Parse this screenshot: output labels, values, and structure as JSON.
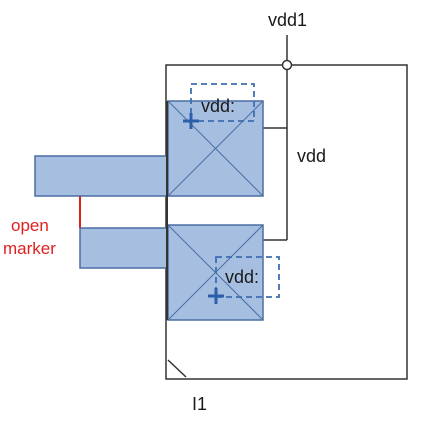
{
  "labels": {
    "top_net": "vdd1",
    "net": "vdd",
    "pin_upper": "vdd:",
    "pin_lower": "vdd:",
    "open_line1": "open",
    "open_line2": "marker",
    "instance": "I1"
  },
  "icons": {
    "pin_marker": "plus-icon",
    "via": "x-cross-icon",
    "junction": "circle-junction-icon"
  },
  "colors": {
    "metal_fill": "#a6bfe0",
    "metal_stroke": "#4a6da3",
    "pin_box": "#3e6fb0",
    "marker_red": "#e02020",
    "wire": "#333333"
  }
}
